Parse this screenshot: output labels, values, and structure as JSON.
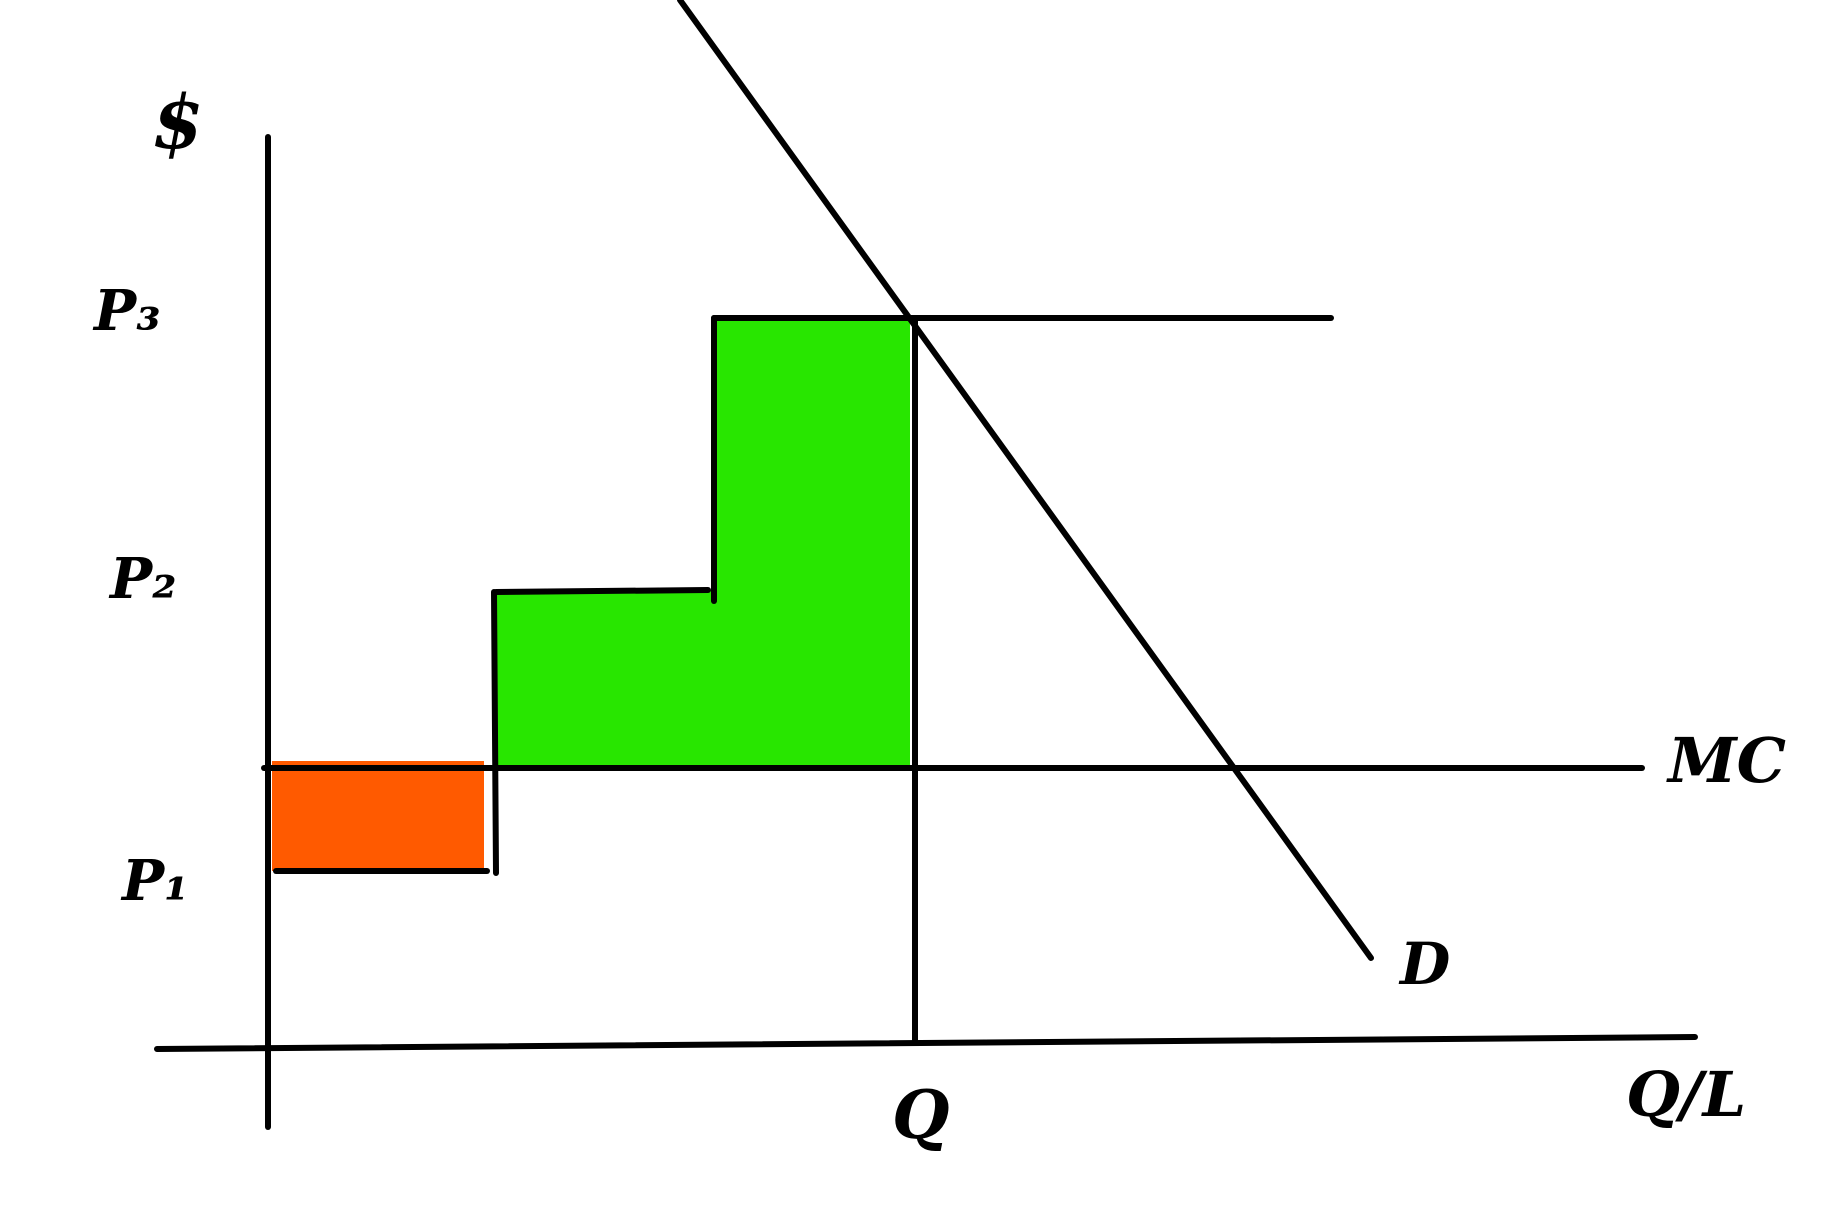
{
  "labels": {
    "y_axis": "$",
    "x_axis": "Q/L",
    "p3": "P₃",
    "p2": "P₂",
    "p1": "P₁",
    "mc": "MC",
    "demand": "D",
    "quantity": "Q"
  },
  "colors": {
    "ink": "#000000",
    "gain_area": "#28e600",
    "loss_area": "#ff5a00",
    "background": "#ffffff"
  }
}
